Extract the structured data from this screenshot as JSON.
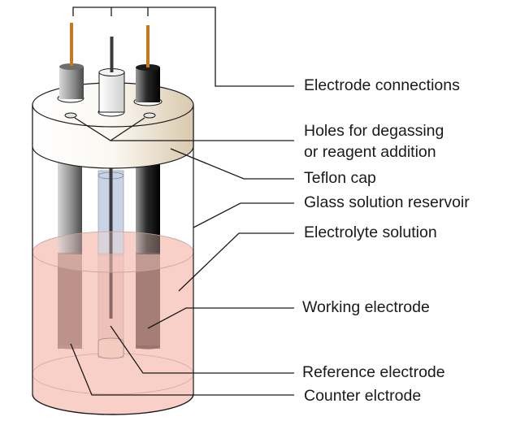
{
  "title": "Three-electrode electrochemical cell",
  "labels": {
    "electrode_connections": "Electrode connections",
    "holes_line1": "Holes for degassing",
    "holes_line2": "or reagent addition",
    "teflon_cap": "Teflon cap",
    "glass_reservoir": "Glass solution reservoir",
    "electrolyte": "Electrolyte solution",
    "working_electrode": "Working electrode",
    "reference_electrode": "Reference electrode",
    "counter_electrode": "Counter elctrode"
  },
  "colors": {
    "solution": "#f9d0c8",
    "cap": "#f3ece0",
    "wire_copper": "#c8781e",
    "wire_dark": "#3a3a3a",
    "reference_tube": "#c8d4e6",
    "leader_line": "#1a1a1a"
  }
}
